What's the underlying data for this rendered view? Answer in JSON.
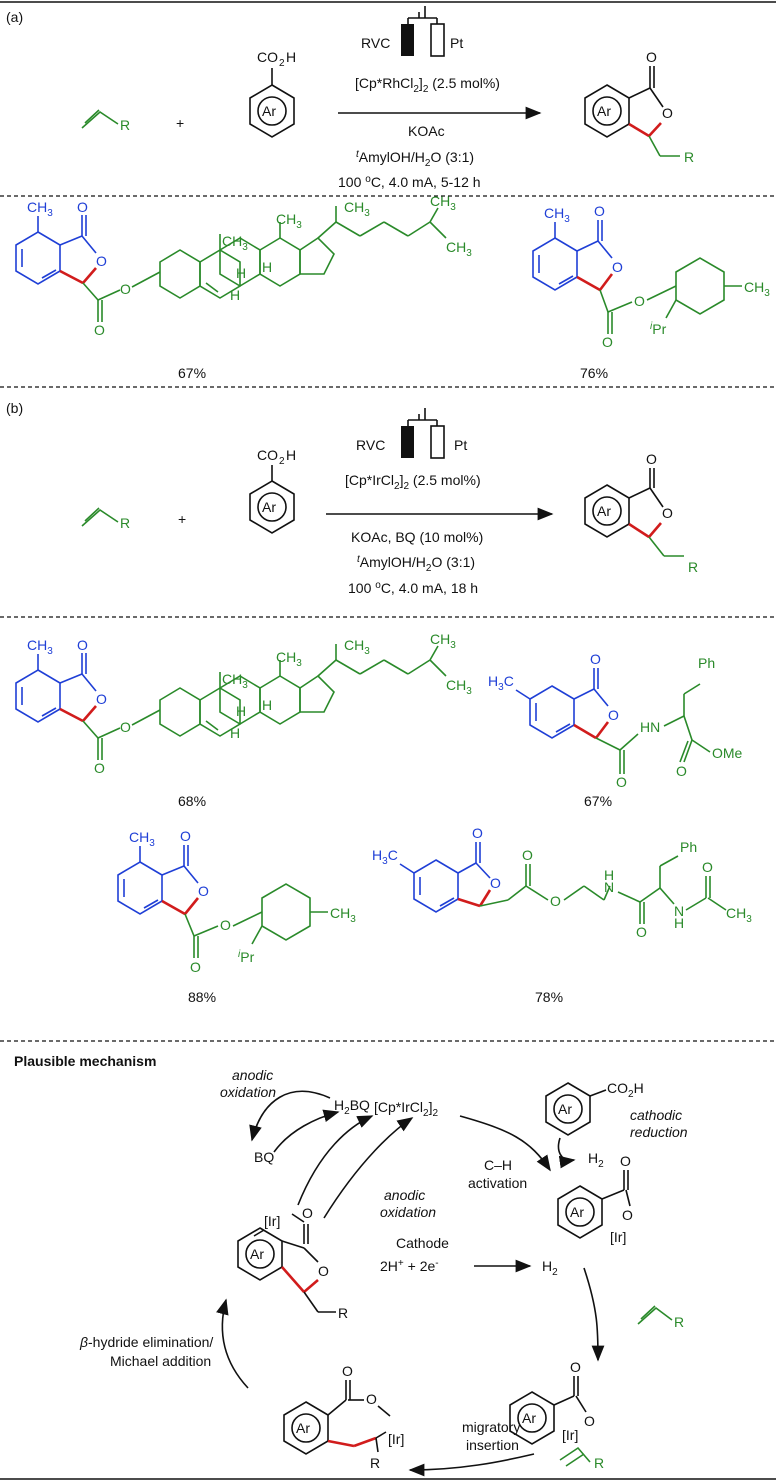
{
  "panel_a": {
    "label": "(a)",
    "reagent_alkene": "R",
    "plus": "+",
    "acid_label": "CO2H",
    "ar": "Ar",
    "electrode_left": "RVC",
    "electrode_right": "Pt",
    "catalyst": "[Cp*RhCl2]2 (2.5 mol%)",
    "additive": "KOAc",
    "solvent": "tAmylOH/H2O (3:1)",
    "conditions": "100 oC, 4.0 mA, 5-12 h",
    "product_r": "R",
    "yields": [
      "67%",
      "76%"
    ]
  },
  "panel_b": {
    "label": "(b)",
    "reagent_alkene": "R",
    "plus": "+",
    "acid_label": "CO2H",
    "ar": "Ar",
    "electrode_left": "RVC",
    "electrode_right": "Pt",
    "catalyst": "[Cp*IrCl2]2 (2.5 mol%)",
    "additive": "KOAc, BQ (10 mol%)",
    "solvent": "tAmylOH/H2O (3:1)",
    "conditions": "100 oC, 4.0 mA, 18 h",
    "product_r": "R",
    "yields": [
      "68%",
      "67%",
      "88%",
      "78%"
    ]
  },
  "mechanism": {
    "heading": "Plausible mechanism",
    "anodic_oxidation_1": "anodic oxidation",
    "anodic_oxidation_2": "anodic oxidation",
    "h2bq": "H2BQ",
    "bq": "BQ",
    "catalyst": "[Cp*IrCl2]2",
    "cathodic_reduction": "cathodic reduction",
    "h2_top": "H2",
    "ch_activation": "C–H activation",
    "cathode_label": "Cathode",
    "cathode_eq": "2H+ + 2e-",
    "cathode_h2": "H2",
    "migratory_insertion": "migratory insertion",
    "beta_elim": "β-hydride elimination/",
    "michael": "Michael addition",
    "ir": "[Ir]",
    "ar": "Ar",
    "r": "R",
    "acid_label": "CO2H"
  },
  "colors": {
    "aryl": "#1f3fd6",
    "alkene": "#2a8a2a",
    "new_bond": "#d11c1c"
  }
}
